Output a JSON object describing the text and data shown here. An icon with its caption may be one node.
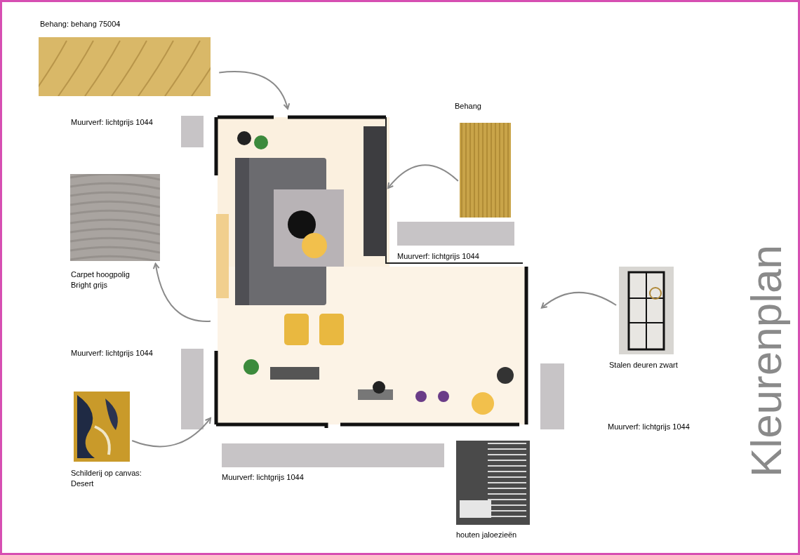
{
  "diagram": {
    "title": "Kleurenplan",
    "nodes": [
      {
        "text": [],
        "shape": "picture",
        "beside": [
          "Behang: behang 75004"
        ]
      },
      {
        "text": [],
        "shape": "bar",
        "beside": [
          "Muurverf: lichtgrijs 1044"
        ]
      },
      {
        "text": [],
        "shape": "picture"
      },
      {
        "text": [],
        "shape": "box",
        "in": 2
      },
      {
        "text": [],
        "shape": "picture",
        "in": 2,
        "beside": [
          "Behang"
        ]
      },
      {
        "text": [],
        "shape": "bar",
        "in": 2,
        "beside": [
          "Muurverf: lichtgrijs 1044"
        ]
      },
      {
        "text": [],
        "shape": "picture",
        "beside": [
          "Carpet hoogpolig Bright grijs"
        ]
      },
      {
        "text": [],
        "shape": "picture",
        "beside": [
          "Stalen deuren zwart"
        ]
      },
      {
        "text": [],
        "shape": "bar",
        "beside": [
          "Muurverf: lichtgrijs 1044"
        ]
      },
      {
        "text": [],
        "shape": "picture",
        "beside": [
          "Schilderij op canvas: Desert"
        ]
      },
      {
        "text": [],
        "shape": "bar"
      },
      {
        "text": [],
        "shape": "bar",
        "beside": [
          "Muurverf: lichtgrijs 1044"
        ]
      },
      {
        "text": [],
        "shape": "picture",
        "beside": [
          "houten jaloezieën"
        ]
      }
    ],
    "edges": [
      {
        "from": 0,
        "to": 2,
        "arrow": "to"
      },
      {
        "from": 4,
        "to": 3,
        "arrow": "to"
      },
      {
        "from": 2,
        "to": 6,
        "arrow": "to"
      },
      {
        "from": 7,
        "to": 2,
        "arrow": "to"
      },
      {
        "from": 9,
        "to": 2,
        "arrow": "to"
      }
    ],
    "labels": [
      "Muurverf: lichtgrijs 1044"
    ]
  }
}
